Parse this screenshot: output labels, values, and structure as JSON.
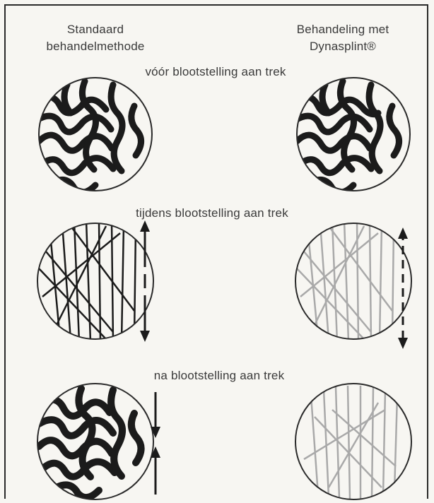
{
  "columns": {
    "left_line1": "Standaard",
    "left_line2": "behandelmethode",
    "right_line1": "Behandeling met",
    "right_line2": "Dynasplint®"
  },
  "stages": {
    "before": "vóór blootstelling aan trek",
    "during": "tijdens blootstelling aan trek",
    "after": "na blootstelling aan trek"
  },
  "colors": {
    "ink": "#1b1b1b",
    "light_fiber": "#a9a9a9",
    "circle": "#2a2a2a"
  },
  "icons": {
    "tension_arrow": "double-arrow-vertical",
    "compression_arrow": "converging-arrows-vertical"
  }
}
